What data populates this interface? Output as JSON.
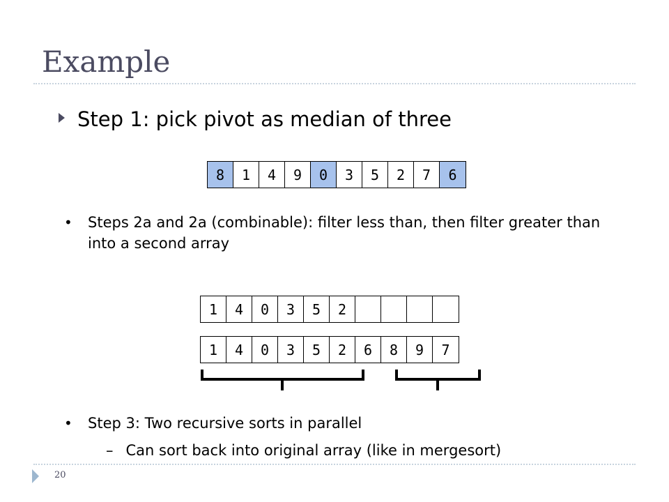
{
  "slide": {
    "title": "Example",
    "page_number": "20"
  },
  "step1": {
    "text": "Step 1: pick pivot as median of three",
    "array": [
      "8",
      "1",
      "4",
      "9",
      "0",
      "3",
      "5",
      "2",
      "7",
      "6"
    ],
    "highlighted": [
      0,
      4,
      9
    ]
  },
  "step2": {
    "line1": "Steps 2a and 2a (combinable): filter less than, then filter greater than",
    "line2": "into a second array",
    "array_partial": [
      "1",
      "4",
      "0",
      "3",
      "5",
      "2",
      "",
      "",
      "",
      ""
    ],
    "array_full": [
      "1",
      "4",
      "0",
      "3",
      "5",
      "2",
      "6",
      "8",
      "9",
      "7"
    ]
  },
  "step3": {
    "text": "Step 3: Two recursive sorts in parallel",
    "sub_dash": "–",
    "sub_text": "Can sort back into original array (like in mergesort)"
  },
  "colors": {
    "highlight": "#a7c2ec",
    "title": "#4b4b61",
    "rule": "#c7d3de"
  }
}
